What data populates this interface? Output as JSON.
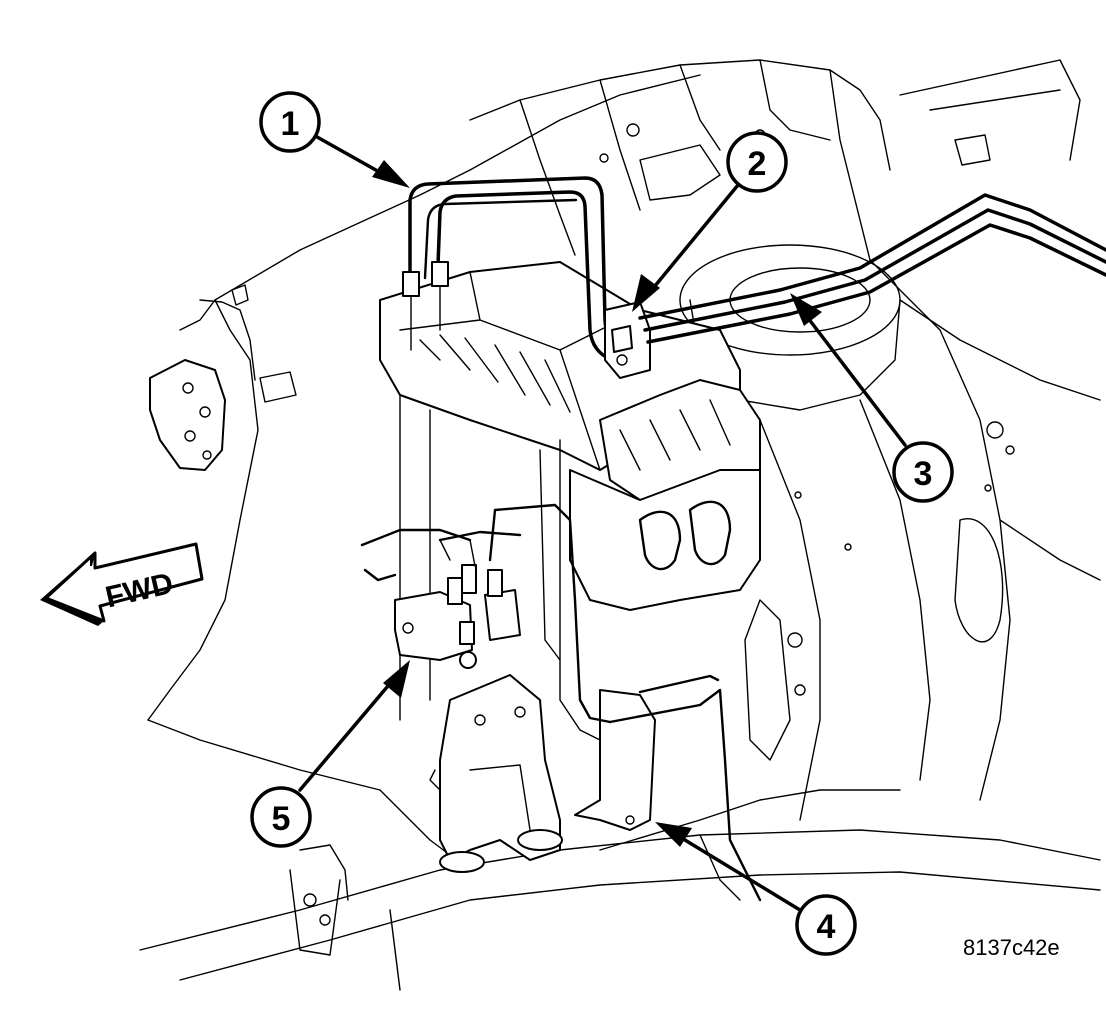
{
  "figure_id": "8137c42e",
  "direction_label": "FWD",
  "callouts": [
    {
      "label": "1"
    },
    {
      "label": "2"
    },
    {
      "label": "3"
    },
    {
      "label": "4"
    },
    {
      "label": "5"
    }
  ]
}
